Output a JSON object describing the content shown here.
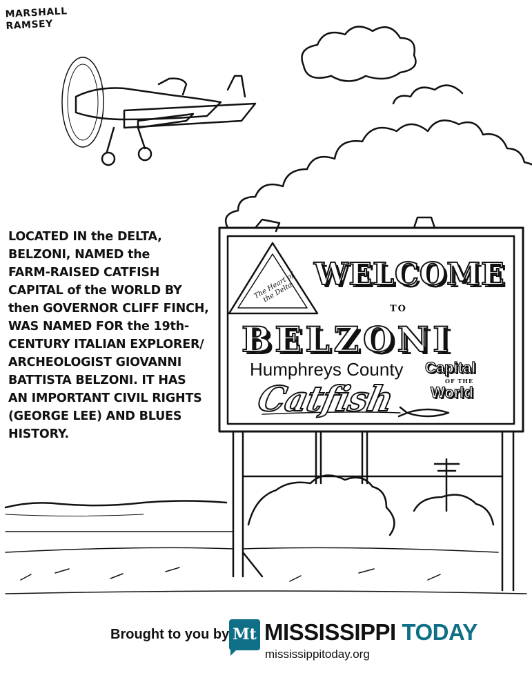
{
  "signature": [
    "MARSHALL",
    "RAMSEY"
  ],
  "blurb_lines": [
    "LOCATED IN the DELTA,",
    "BELZONI, NAMED the",
    "FARM-RAISED CATFISH",
    "CAPITAL of the WORLD BY",
    "then GOVERNOR CLIFF FINCH,",
    "WAS NAMED FOR the 19th-",
    "CENTURY ITALIAN EXPLORER/",
    "ARCHEOLOGIST GIOVANNI",
    "BATTISTA BELZONI. IT HAS",
    "AN IMPORTANT CIVIL RIGHTS",
    "(GEORGE LEE) AND BLUES",
    "HISTORY."
  ],
  "sign": {
    "heart_of_delta": "The Heart of the Delta",
    "welcome": "WELCOME",
    "to": "TO",
    "town": "BELZONI",
    "county": "Humphreys County",
    "catfish": "Catfish",
    "capital": "Capital",
    "of_the": "OF THE",
    "world": "World"
  },
  "footer": {
    "brought_to_you_by": "Brought to you by",
    "logo_mark": "Mt",
    "brand_part1": "MISSISSIPPI",
    "brand_part2": "TODAY",
    "website": "mississippitoday.org"
  },
  "colors": {
    "ink": "#111111",
    "brand_teal": "#0f6f86",
    "paper": "#ffffff"
  }
}
